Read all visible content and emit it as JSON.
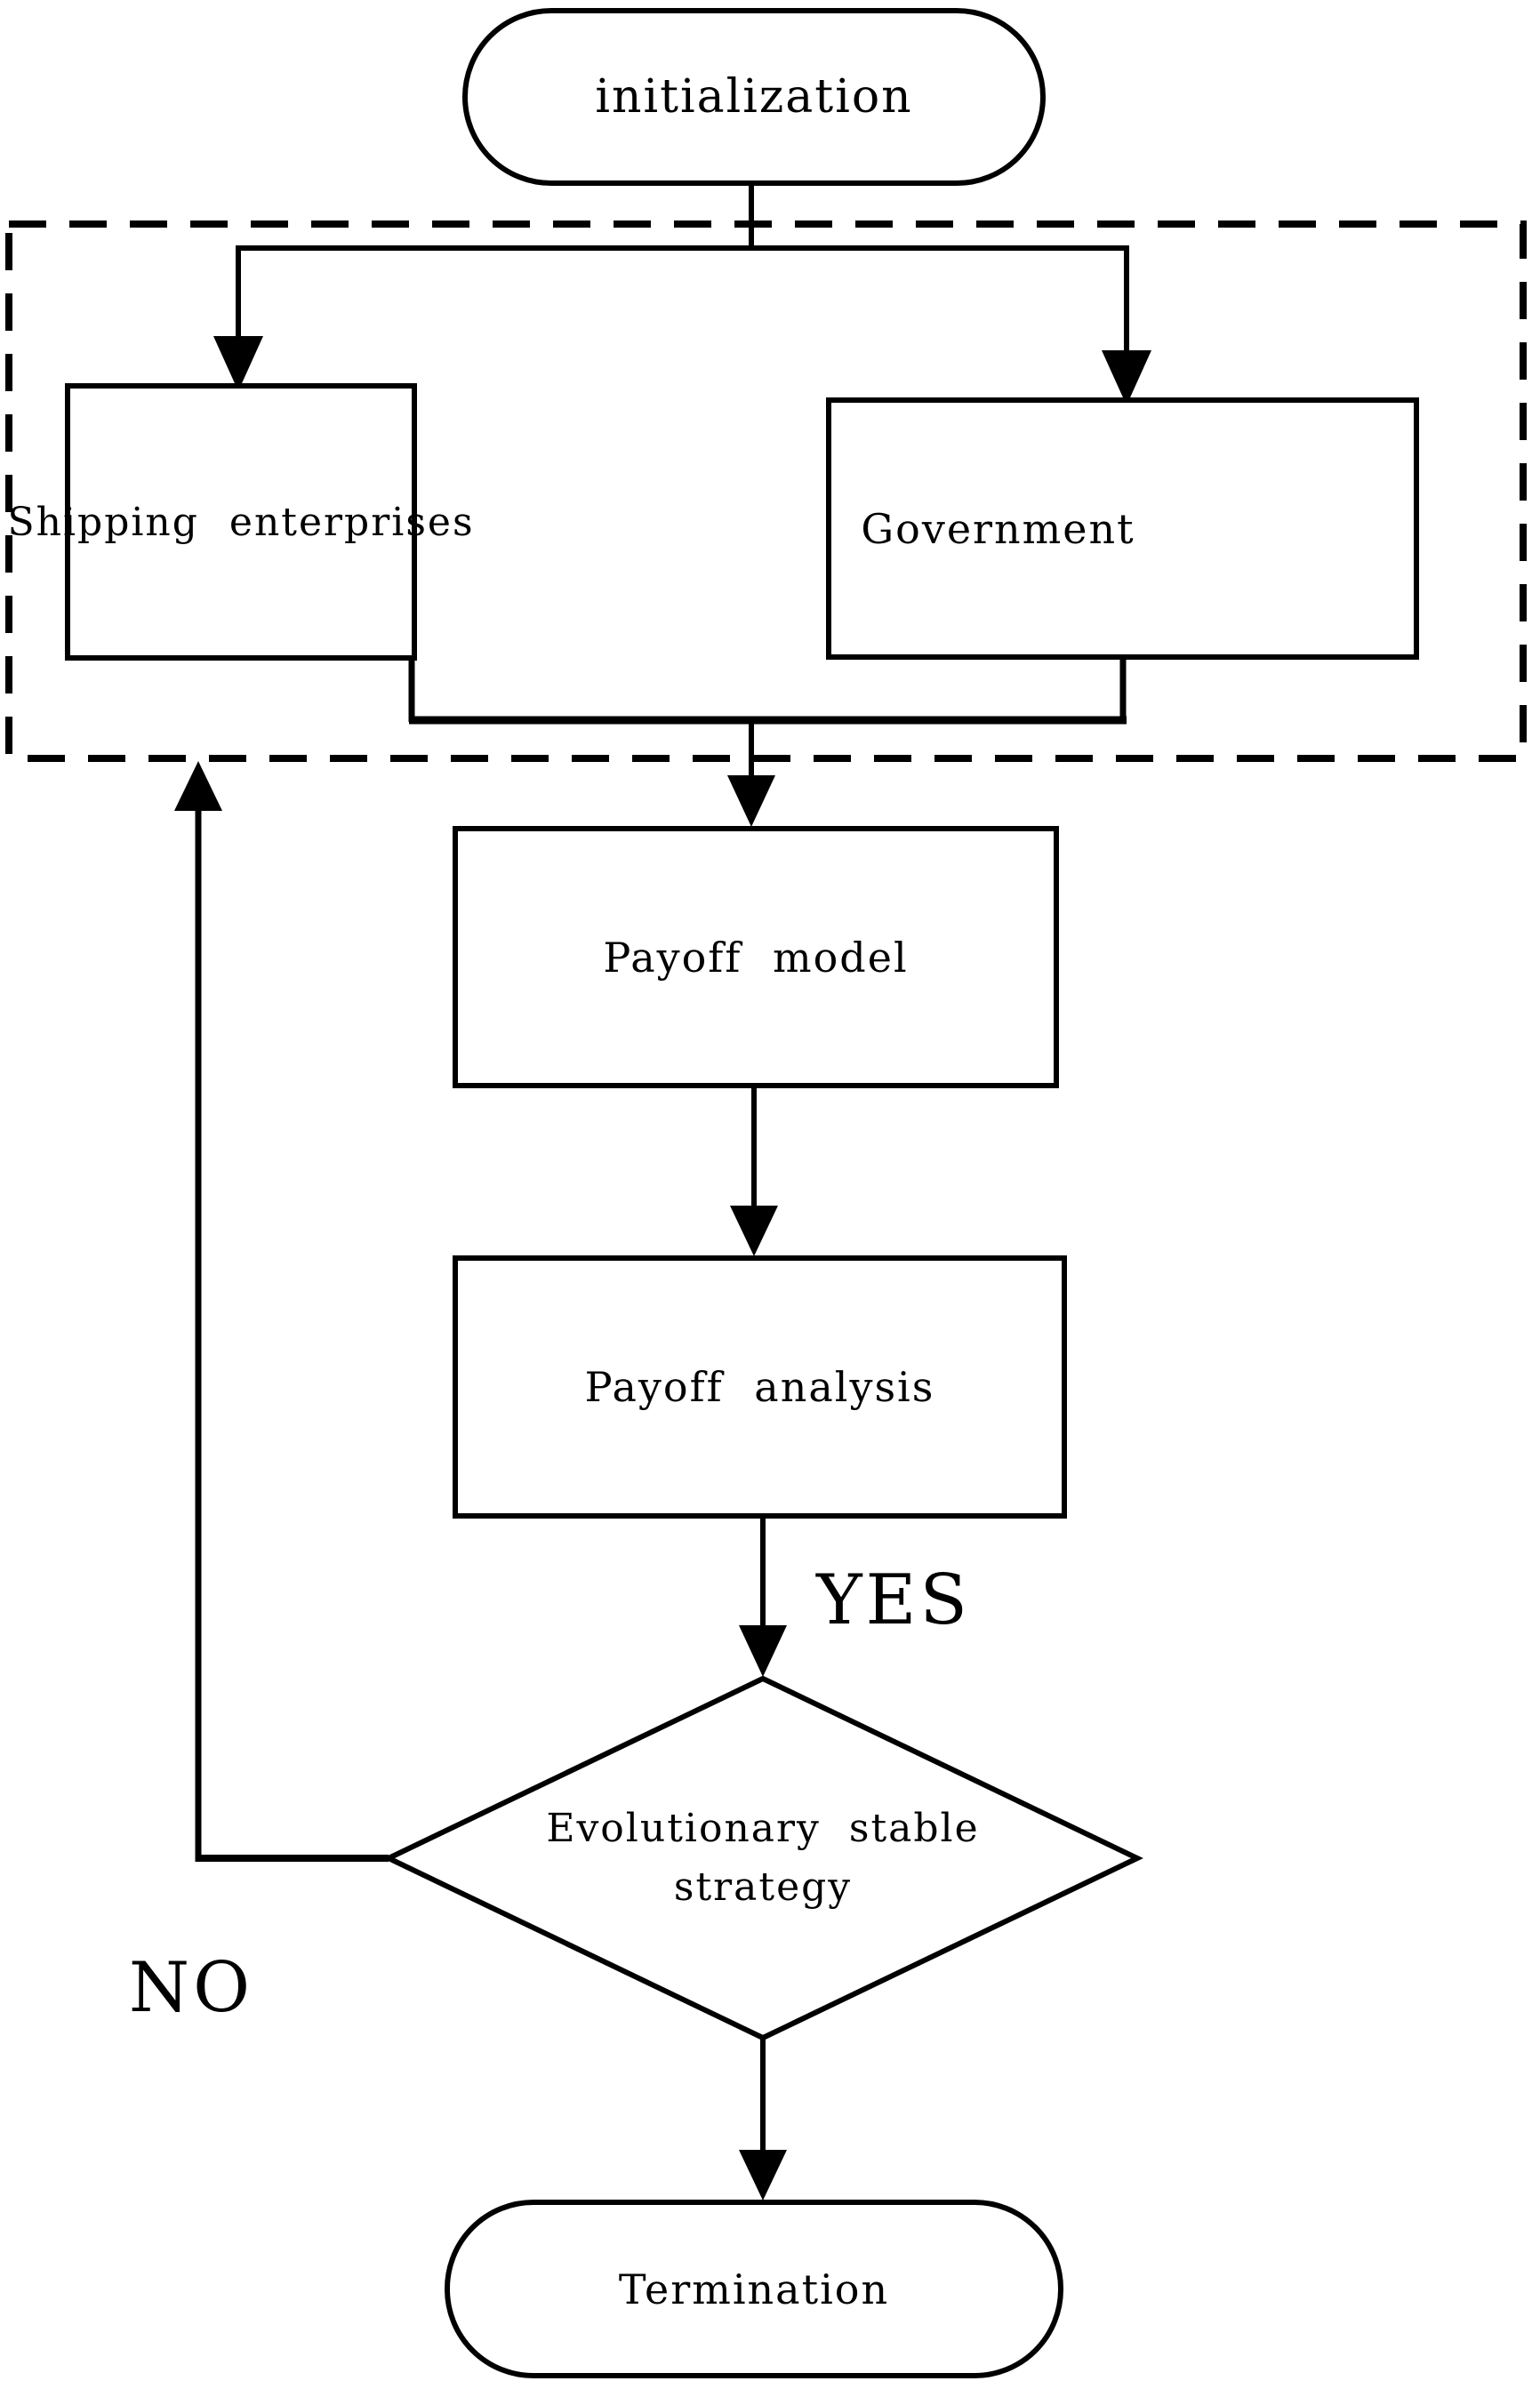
{
  "diagram": {
    "type": "flowchart",
    "nodes": {
      "initialization": {
        "label": "initialization",
        "shape": "rounded"
      },
      "shipping": {
        "label": "Shipping enterprises",
        "shape": "rect"
      },
      "government": {
        "label": "Government",
        "shape": "rect"
      },
      "payoff_model": {
        "label": "Payoff model",
        "shape": "rect"
      },
      "payoff_analysis": {
        "label": "Payoff analysis",
        "shape": "rect"
      },
      "decision": {
        "label_line1": "Evolutionary stable",
        "label_line2": "strategy",
        "shape": "diamond"
      },
      "termination": {
        "label": "Termination",
        "shape": "rounded"
      }
    },
    "edge_labels": {
      "yes": "YES",
      "no": "NO"
    },
    "colors": {
      "stroke": "#000000",
      "background": "#ffffff"
    }
  }
}
